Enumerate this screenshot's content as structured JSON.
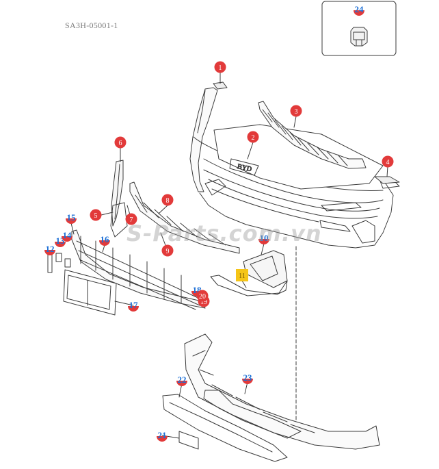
{
  "diagram": {
    "code": "SA3H-05001-1",
    "watermark": "S-Parts.com.vn",
    "badge_text": "BYD",
    "colors": {
      "red_callout": "#e23a3a",
      "yellow_callout": "#f5c518",
      "blue_label": "#1c6fd6",
      "line": "#3a3a3a"
    },
    "callouts": [
      {
        "id": "c1",
        "label": "1",
        "style": "red"
      },
      {
        "id": "c2",
        "label": "2",
        "style": "red"
      },
      {
        "id": "c3",
        "label": "3",
        "style": "red"
      },
      {
        "id": "c4",
        "label": "4",
        "style": "red"
      },
      {
        "id": "c5",
        "label": "5",
        "style": "red"
      },
      {
        "id": "c6",
        "label": "6",
        "style": "red"
      },
      {
        "id": "c7",
        "label": "7",
        "style": "red"
      },
      {
        "id": "c8",
        "label": "8",
        "style": "red"
      },
      {
        "id": "c9",
        "label": "9",
        "style": "red"
      },
      {
        "id": "c10",
        "label": "10",
        "style": "blue"
      },
      {
        "id": "c11",
        "label": "11",
        "style": "yellow"
      },
      {
        "id": "c12",
        "label": "12",
        "style": "blue"
      },
      {
        "id": "c13",
        "label": "13",
        "style": "blue"
      },
      {
        "id": "c14",
        "label": "14",
        "style": "blue"
      },
      {
        "id": "c15",
        "label": "15",
        "style": "blue"
      },
      {
        "id": "c16",
        "label": "16",
        "style": "blue"
      },
      {
        "id": "c17",
        "label": "17",
        "style": "blue"
      },
      {
        "id": "c18",
        "label": "18",
        "style": "blue"
      },
      {
        "id": "c19",
        "label": "19",
        "style": "red"
      },
      {
        "id": "c20",
        "label": "20",
        "style": "red"
      },
      {
        "id": "c21",
        "label": "21",
        "style": "blue"
      },
      {
        "id": "c22",
        "label": "22",
        "style": "blue"
      },
      {
        "id": "c23",
        "label": "23",
        "style": "blue"
      },
      {
        "id": "c24",
        "label": "24",
        "style": "blue"
      }
    ]
  }
}
